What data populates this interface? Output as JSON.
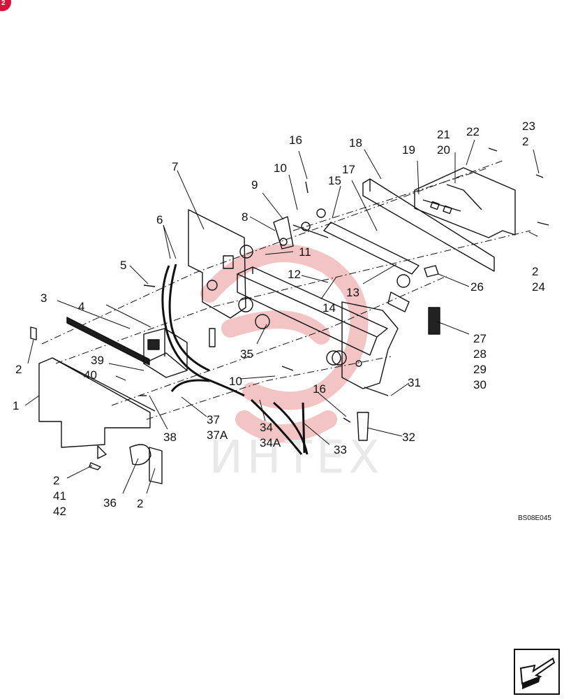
{
  "badge": {
    "label": "2"
  },
  "watermark": {
    "text": "ИНТЕХ"
  },
  "figure_ref": "BS08E045",
  "callouts": [
    "1",
    "2",
    "3",
    "4",
    "5",
    "6",
    "7",
    "8",
    "9",
    "10",
    "11",
    "12",
    "13",
    "14",
    "15",
    "16",
    "17",
    "18",
    "19",
    "20",
    "21",
    "22",
    "23",
    "2",
    "2",
    "24",
    "26",
    "27",
    "28",
    "29",
    "30",
    "31",
    "32",
    "33",
    "34",
    "34A",
    "35",
    "36",
    "2",
    "37",
    "37A",
    "38",
    "39",
    "40",
    "2",
    "41",
    "42",
    "10",
    "16"
  ],
  "nav": {
    "icon": "next-page-arrow-icon"
  },
  "colors": {
    "line": "#111111",
    "watermark_logo": "#f2c4c4",
    "badge": "#d8133a"
  }
}
